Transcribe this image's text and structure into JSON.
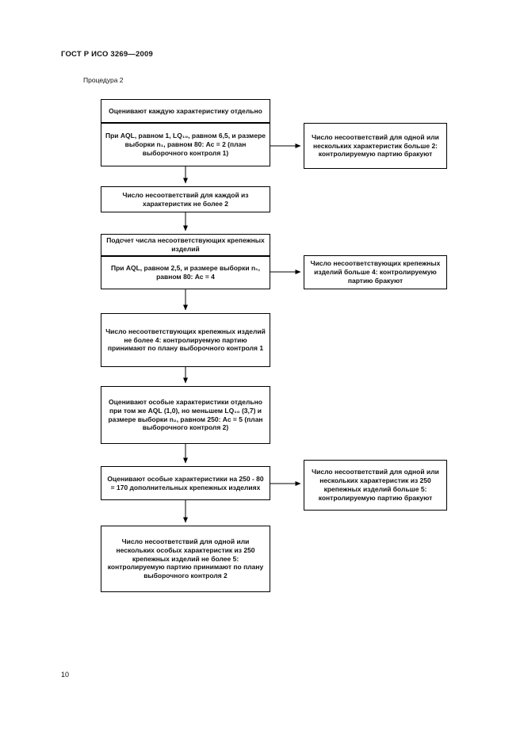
{
  "page": {
    "header": "ГОСТ Р ИСО 3269—2009",
    "caption": "Процедура 2",
    "page_number": "10"
  },
  "colors": {
    "ink": "#000000",
    "paper": "#ffffff"
  },
  "flowchart": {
    "main_boxes": [
      "Оценивают каждую характеристику отдельно",
      "При AQL, равном 1, LQ₁₀, равном 6,5, и размере выборки n₁, равном 80: Ас = 2 (план выборочного контроля 1)",
      "Число несоответствий для каждой из характеристик не более 2",
      "Подсчет числа несоответствующих крепежных изделий",
      "При AQL, равном 2,5, и размере выборки n₁, равном 80: Ас = 4",
      "Число несоответствующих крепежных изделий не более 4: контролируемую партию принимают по плану выборочного контроля 1",
      "Оценивают особые характеристики отдельно при том же AQL (1,0), но меньшем LQ₁₀ (3,7) и размере выборки n₂, равном 250: Ас = 5 (план выборочного контроля 2)",
      "Оценивают особые характеристики на 250 - 80 = 170 дополнительных крепежных изделиях",
      "Число несоответствий для одной или нескольких особых характеристик из 250 крепежных изделий не более 5: контролируемую партию принимают по плану выборочного контроля 2"
    ],
    "reject_boxes": [
      "Число несоответствий для одной или нескольких характеристик больше 2: контролируемую партию бракуют",
      "Число несоответствующих крепежных изделий больше 4: контролируемую партию бракуют",
      "Число несоответствий для одной или нескольких характеристик из 250 крепежных изделий больше 5: контролируемую партию бракуют"
    ]
  }
}
